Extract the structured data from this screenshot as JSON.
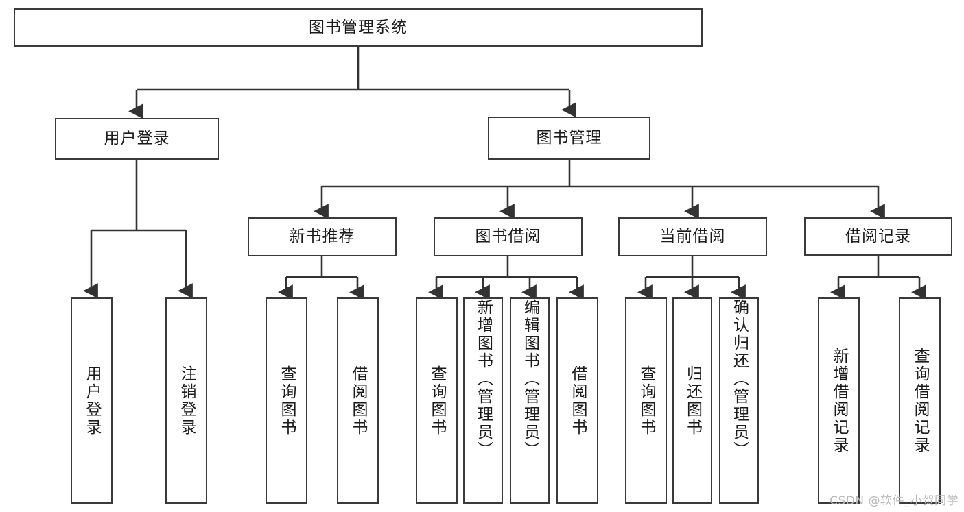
{
  "diagram": {
    "title": "图书管理系统",
    "type": "tree-hierarchy-flowchart",
    "colors": {
      "box_border": "#3a3a3a",
      "box_fill": "#ffffff",
      "connector": "#333333",
      "text": "#1b1b1b",
      "watermark": "#b9b9b9"
    },
    "root": {
      "id": "root",
      "label": "图书管理系统"
    },
    "level1": [
      {
        "id": "user-login",
        "label": "用户登录"
      },
      {
        "id": "book-management",
        "label": "图书管理"
      }
    ],
    "level2": [
      {
        "id": "new-book-recommend",
        "label": "新书推荐",
        "parent": "book-management"
      },
      {
        "id": "book-borrow",
        "label": "图书借阅",
        "parent": "book-management"
      },
      {
        "id": "current-borrow",
        "label": "当前借阅",
        "parent": "book-management"
      },
      {
        "id": "borrow-records",
        "label": "借阅记录",
        "parent": "book-management"
      }
    ],
    "leaves": {
      "user-login": [
        {
          "id": "leaf-user-login",
          "label": "用户登录"
        },
        {
          "id": "leaf-logout-login",
          "label": "注销登录"
        }
      ],
      "new-book-recommend": [
        {
          "id": "leaf-query-books-1",
          "label": "查询图书"
        },
        {
          "id": "leaf-borrow-books-1",
          "label": "借阅图书"
        }
      ],
      "book-borrow": [
        {
          "id": "leaf-query-books-2",
          "label": "查询图书"
        },
        {
          "id": "leaf-add-book-admin",
          "label": "新增图书（管理员）"
        },
        {
          "id": "leaf-edit-book-admin",
          "label": "编辑图书（管理员）"
        },
        {
          "id": "leaf-borrow-books-2",
          "label": "借阅图书"
        }
      ],
      "current-borrow": [
        {
          "id": "leaf-query-books-3",
          "label": "查询图书"
        },
        {
          "id": "leaf-return-books",
          "label": "归还图书"
        },
        {
          "id": "leaf-confirm-return-admin",
          "label": "确认归还（管理员）"
        }
      ],
      "borrow-records": [
        {
          "id": "leaf-add-borrow-record",
          "label": "新增借阅记录"
        },
        {
          "id": "leaf-query-borrow-record",
          "label": "查询借阅记录"
        }
      ]
    }
  },
  "watermark": {
    "text": "CSDN @软件_小贺同学"
  }
}
